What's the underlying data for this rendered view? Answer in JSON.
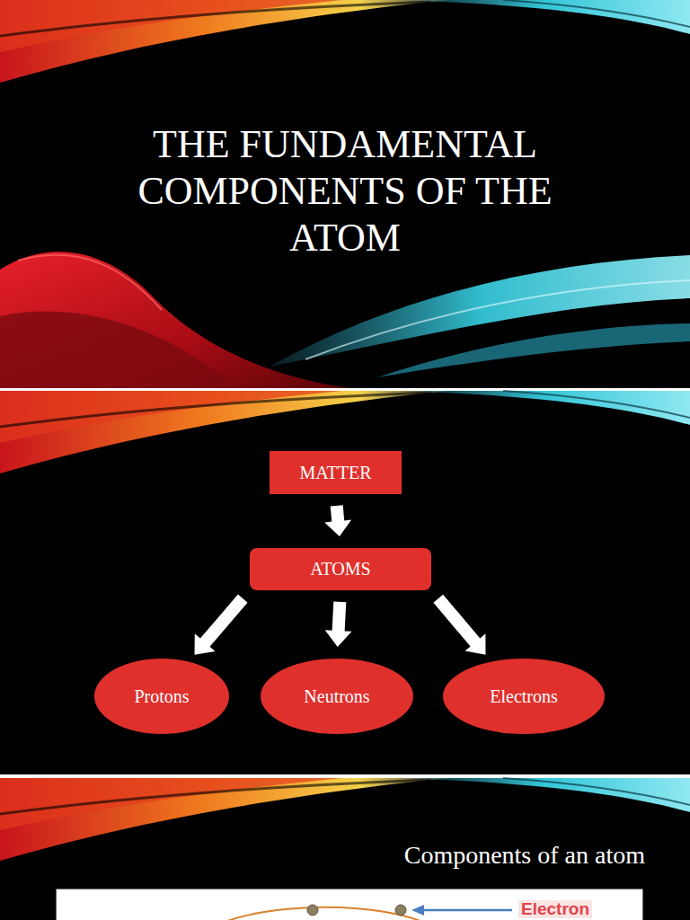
{
  "diagram": {
    "title": "THE FUNDAMENTAL COMPONENTS OF THE ATOM",
    "nodes": [
      {
        "text": [
          "MATTER"
        ]
      },
      {
        "text": [
          "ATOMS"
        ]
      },
      {
        "text": [
          "Protons"
        ]
      },
      {
        "text": [
          "Neutrons"
        ]
      },
      {
        "text": [
          "Electrons"
        ]
      }
    ],
    "edges": [
      {
        "from": 0,
        "to": 1,
        "arrow": "to"
      },
      {
        "from": 1,
        "to": 2,
        "arrow": "to"
      },
      {
        "from": 1,
        "to": 3,
        "arrow": "to"
      },
      {
        "from": 1,
        "to": 4,
        "arrow": "to"
      }
    ],
    "labels": [
      "Components of an atom",
      "Electron"
    ]
  }
}
